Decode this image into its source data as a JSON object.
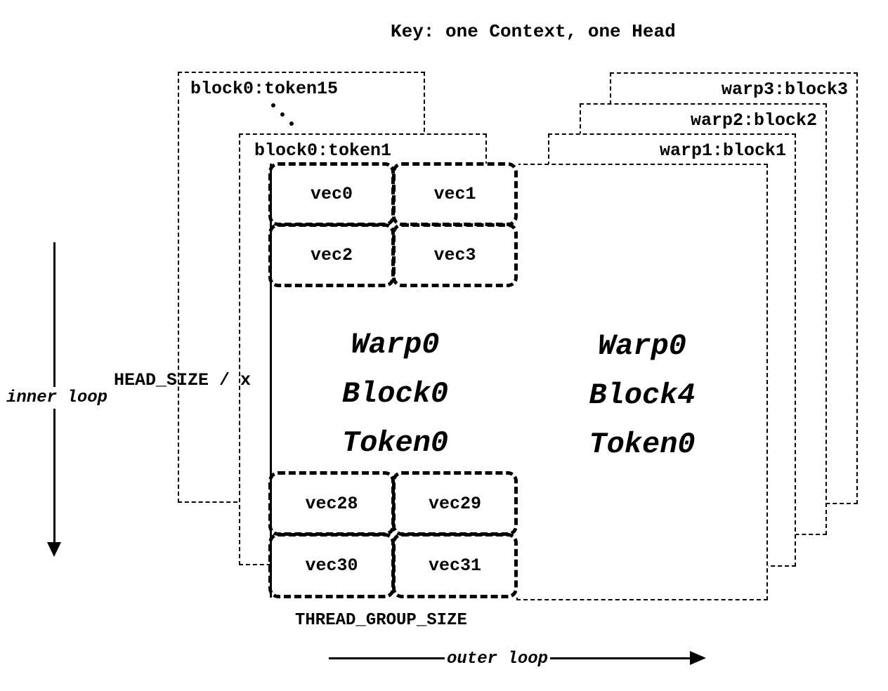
{
  "title": "Key: one Context, one Head",
  "colors": {
    "ink": "#000000",
    "background": "#ffffff"
  },
  "context_stack": {
    "back_card_label": "block0:token15",
    "front_card_label": "block0:token1"
  },
  "warp_stack": {
    "cards": [
      {
        "label": "warp1:block1"
      },
      {
        "label": "warp2:block2"
      },
      {
        "label": "warp3:block3"
      }
    ]
  },
  "focus_block": {
    "lines": [
      "Warp0",
      "Block0",
      "Token0"
    ],
    "top_vectors": [
      "vec0",
      "vec1",
      "vec2",
      "vec3"
    ],
    "bottom_vectors": [
      "vec28",
      "vec29",
      "vec30",
      "vec31"
    ]
  },
  "neighbor_block": {
    "lines": [
      "Warp0",
      "Block4",
      "Token0"
    ]
  },
  "annotations": {
    "head_size_label": "HEAD_SIZE / x",
    "inner_loop_label": "inner loop",
    "outer_loop_label": "outer loop",
    "thread_group_size_label": "THREAD_GROUP_SIZE"
  }
}
